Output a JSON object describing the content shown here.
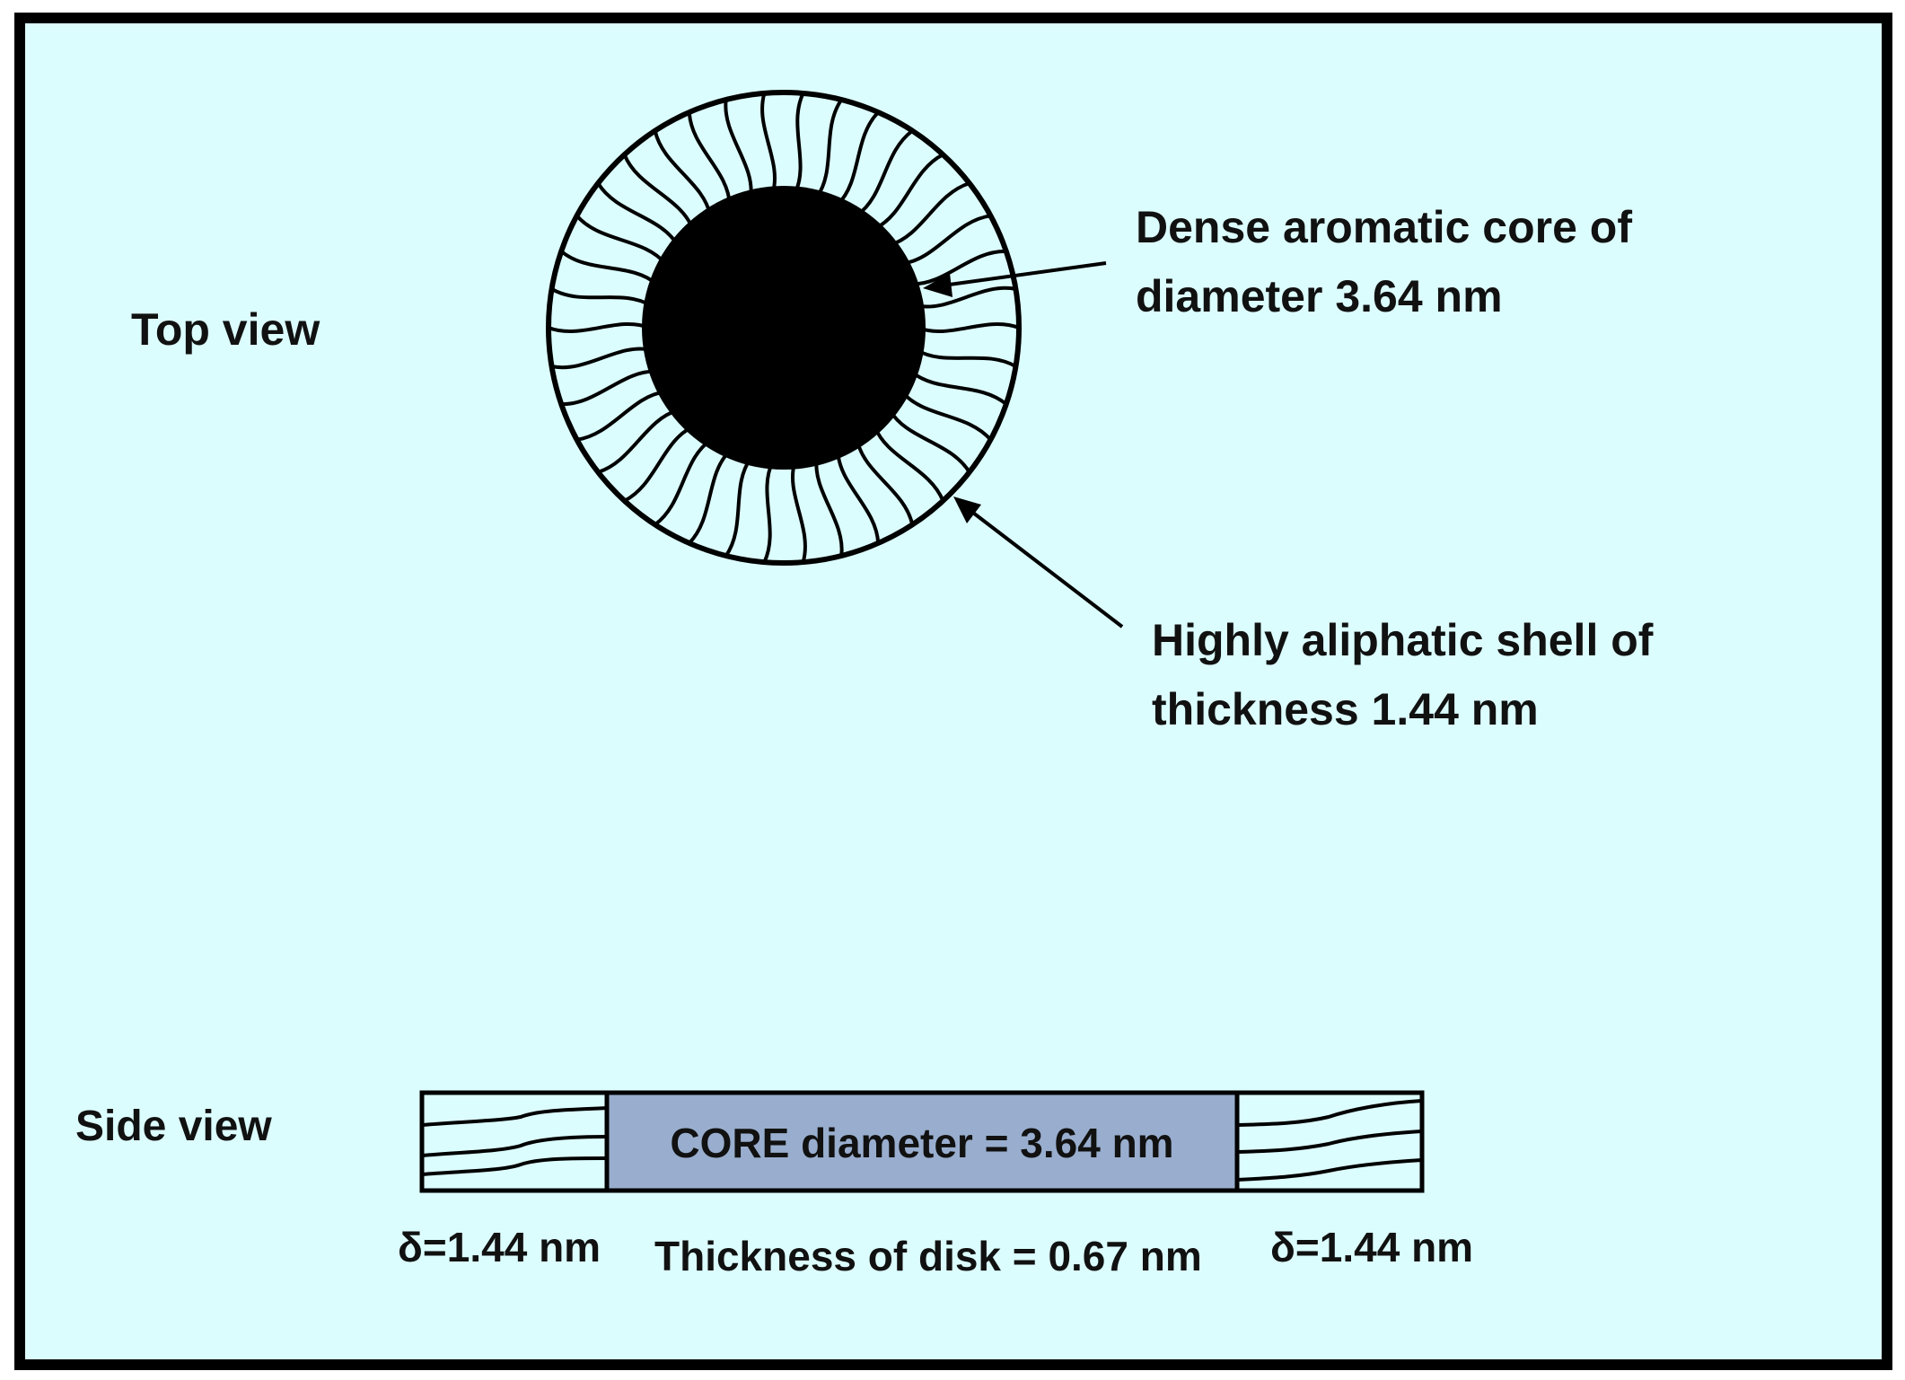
{
  "colors": {
    "background": "#dcfdfe",
    "frame": "#000000",
    "core": "#000000",
    "shell": "#dcfdfe",
    "side_core_fill": "#99aece"
  },
  "labels": {
    "top_view": "Top view",
    "side_view": "Side view",
    "core_annotation_line1": "Dense aromatic core of",
    "core_annotation_line2": "diameter 3.64 nm",
    "shell_annotation_line1": "Highly aliphatic shell of",
    "shell_annotation_line2": "thickness 1.44 nm",
    "side_core_label": "CORE diameter = 3.64 nm",
    "left_delta": "δ=1.44 nm",
    "right_delta": "δ=1.44 nm",
    "disk_thickness": "Thickness of disk = 0.67 nm"
  }
}
